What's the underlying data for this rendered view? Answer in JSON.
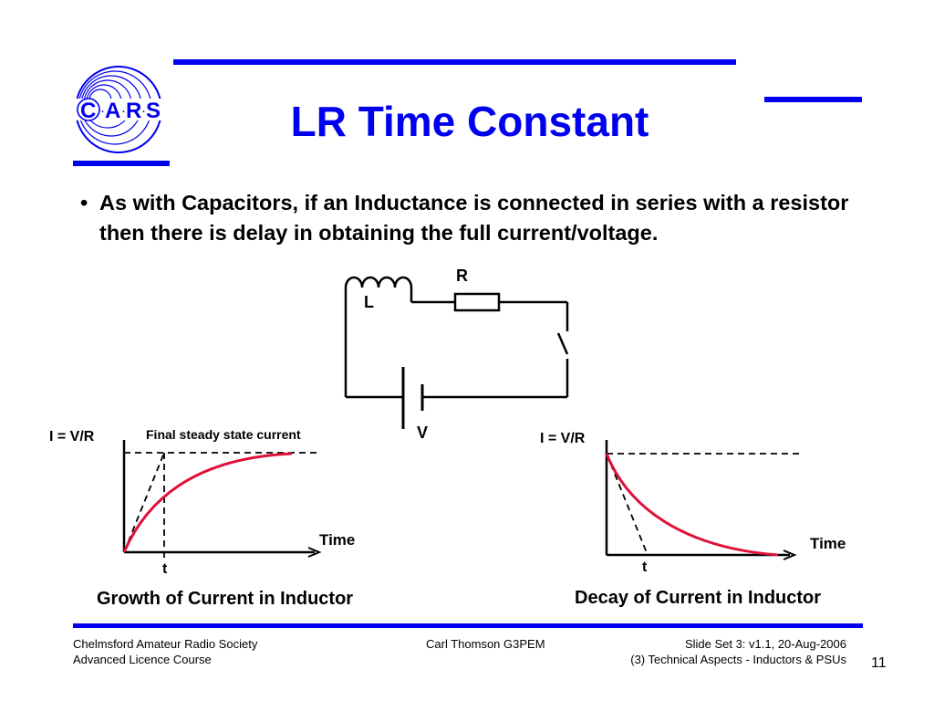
{
  "slide": {
    "title": "LR Time Constant",
    "bullet": "As with Capacitors, if an Inductance is connected in series with a resistor then there is delay in obtaining the full current/voltage.",
    "accent_color": "#0000ee",
    "curve_color": "#e0103a"
  },
  "logo": {
    "letters": [
      "C",
      "A",
      "R",
      "S"
    ]
  },
  "circuit": {
    "inductor_label": "L",
    "resistor_label": "R",
    "battery_label": "V"
  },
  "graphs": {
    "growth": {
      "y_label": "I = V/R",
      "annotation": "Final steady state current",
      "x_label": "Time",
      "t_label": "t",
      "caption": "Growth of Current in Inductor"
    },
    "decay": {
      "y_label": "I = V/R",
      "x_label": "Time",
      "t_label": "t",
      "caption": "Decay of Current in Inductor"
    }
  },
  "footer": {
    "left_line1": "Chelmsford Amateur Radio Society",
    "left_line2": "Advanced Licence Course",
    "center": "Carl Thomson G3PEM",
    "right_line1": "Slide Set 3:  v1.1,  20-Aug-2006",
    "right_line2": "(3) Technical Aspects - Inductors & PSUs",
    "page_number": "11"
  }
}
